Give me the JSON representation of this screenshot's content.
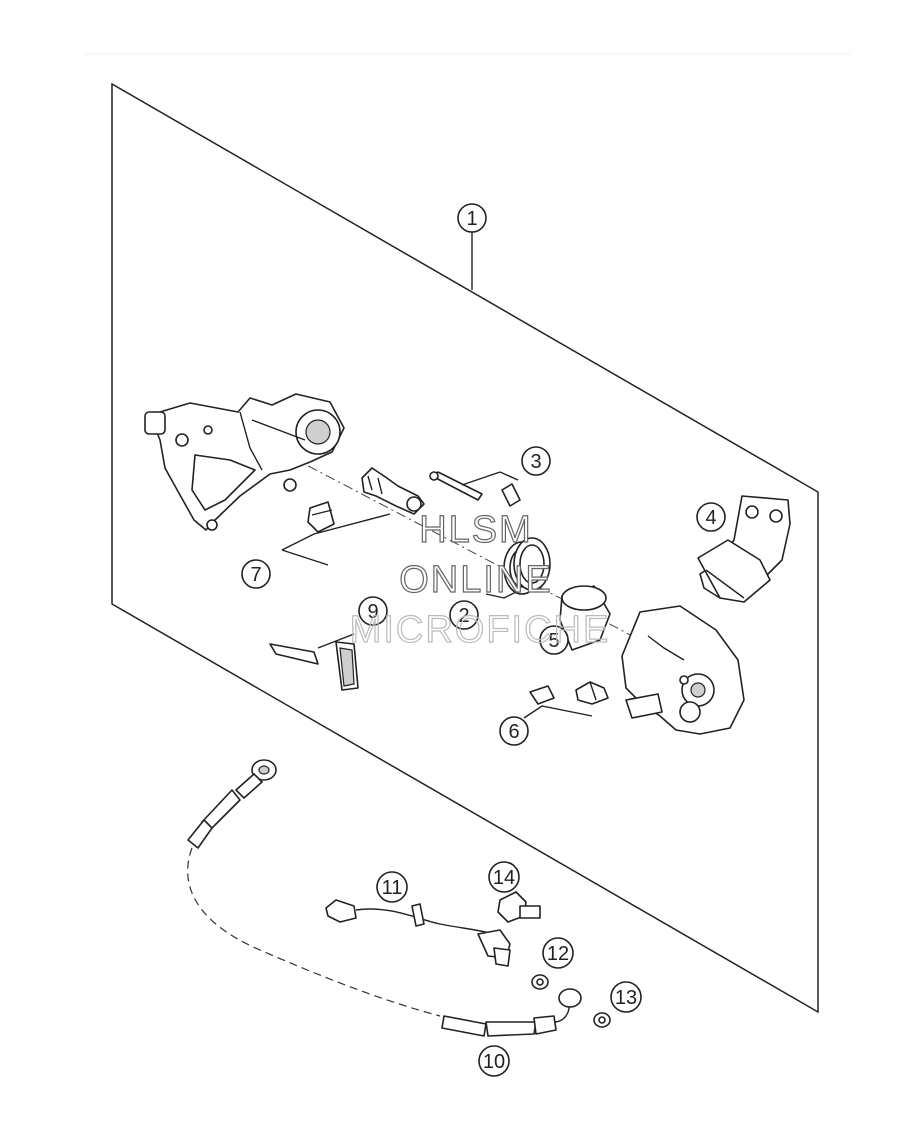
{
  "callouts": [
    {
      "id": "c1",
      "label": "1"
    },
    {
      "id": "c2",
      "label": "2"
    },
    {
      "id": "c3",
      "label": "3"
    },
    {
      "id": "c4",
      "label": "4"
    },
    {
      "id": "c5",
      "label": "5"
    },
    {
      "id": "c6",
      "label": "6"
    },
    {
      "id": "c7",
      "label": "7"
    },
    {
      "id": "c9",
      "label": "9"
    },
    {
      "id": "c10",
      "label": "10"
    },
    {
      "id": "c11",
      "label": "11"
    },
    {
      "id": "c12",
      "label": "12"
    },
    {
      "id": "c13",
      "label": "13"
    },
    {
      "id": "c14",
      "label": "14"
    }
  ],
  "watermark": {
    "line1": "HLSM",
    "line2": "ONLINE",
    "line3": "MICROFICHE"
  }
}
